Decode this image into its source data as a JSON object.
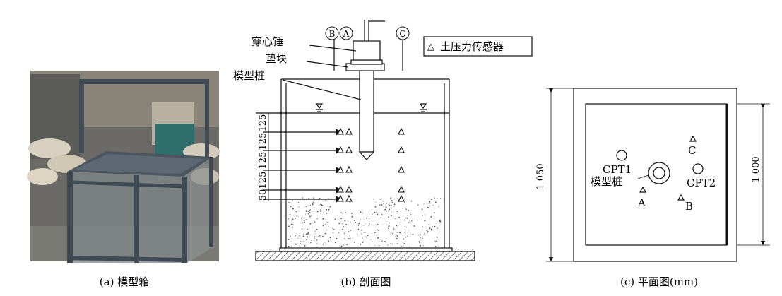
{
  "captions": {
    "a": "(a) 模型箱",
    "b": "(b) 剖面图",
    "c": "(c) 平面图(mm)"
  },
  "section": {
    "labels": {
      "hammer": "穿心锤",
      "pad": "垫块",
      "pile": "模型桩"
    },
    "circle_labels": {
      "B": "B",
      "A": "A",
      "C": "C"
    },
    "legend": "土压力传感器",
    "legend_symbol": "△",
    "left_dims": [
      "125",
      "125",
      "125",
      "125",
      "50"
    ]
  },
  "plan": {
    "dim_outer": "1 050",
    "dim_inner": "1 000",
    "points": {
      "cpt1": "CPT1",
      "cpt2": "CPT2",
      "pile": "模型桩",
      "a": "A",
      "b": "B",
      "c": "C"
    }
  },
  "colors": {
    "line": "#111111",
    "photo_bg": "#6b6a66",
    "box_frame": "#3f4a55"
  }
}
